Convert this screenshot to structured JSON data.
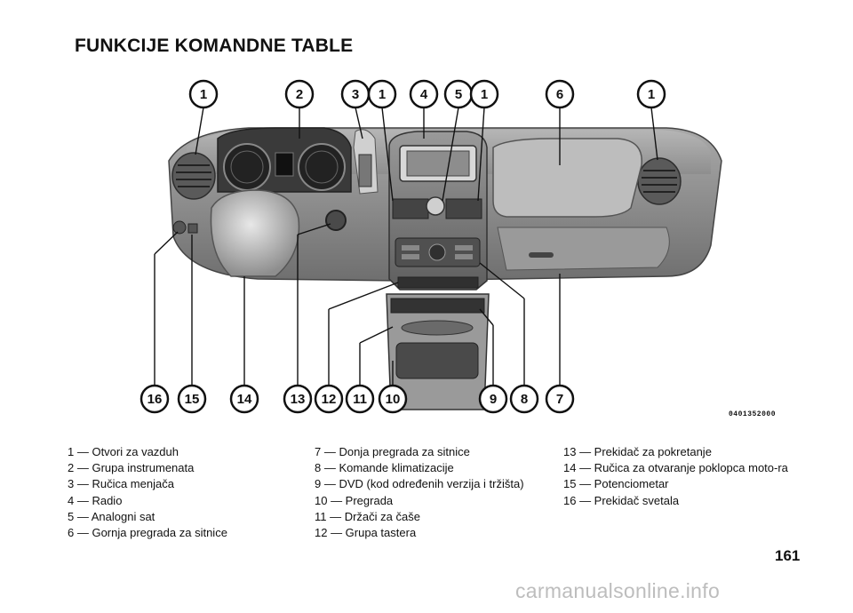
{
  "page": {
    "title": "FUNKCIJE KOMANDNE TABLE",
    "figure_code": "0401352000",
    "page_number": "161",
    "watermark": "carmanualsonline.info"
  },
  "callouts": {
    "n1": "1",
    "n2": "2",
    "n3": "3",
    "n4": "4",
    "n5": "5",
    "n6": "6",
    "n7": "7",
    "n8": "8",
    "n9": "9",
    "n10": "10",
    "n11": "11",
    "n12": "12",
    "n13": "13",
    "n14": "14",
    "n15": "15",
    "n16": "16"
  },
  "legend": {
    "col1": [
      "1 — Otvori za vazduh",
      "2 — Grupa instrumenata",
      "3 — Ručica menjača",
      "4 — Radio",
      "5 — Analogni sat",
      "6 — Gornja pregrada za sitnice"
    ],
    "col2": [
      "7 — Donja pregrada za sitnice",
      "8 — Komande klimatizacije",
      "9 — DVD (kod određenih verzija i tržišta)",
      "10 — Pregrada",
      "11 — Držači za čaše",
      "12 — Grupa tastera"
    ],
    "col3": [
      "13 — Prekidač za pokretanje",
      "14 — Ručica za otvaranje poklopca moto-ra",
      "15 — Potenciometar",
      "16 — Prekidač svetala"
    ]
  }
}
